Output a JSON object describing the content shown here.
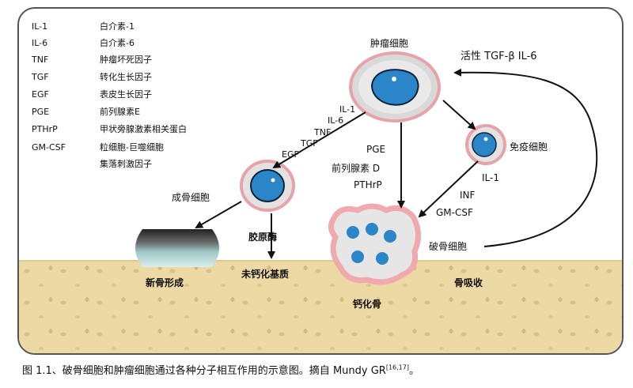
{
  "legend": [
    {
      "abbr": "IL-1",
      "desc": "白介素-1"
    },
    {
      "abbr": "IL-6",
      "desc": "白介素-6"
    },
    {
      "abbr": "TNF",
      "desc": "肿瘤坏死因子"
    },
    {
      "abbr": "TGF",
      "desc": "转化生长因子"
    },
    {
      "abbr": "EGF",
      "desc": "表皮生长因子"
    },
    {
      "abbr": "PGE",
      "desc": "前列腺素E"
    },
    {
      "abbr": "PTHrP",
      "desc": "甲状旁腺激素相关蛋白"
    },
    {
      "abbr": "GM-CSF",
      "desc": "粒细胞-巨噬细胞"
    },
    {
      "abbr": "",
      "desc": "集落刺激因子"
    }
  ],
  "labels": {
    "tumor_cell": "肿瘤细胞",
    "active_factors": "活性 TGF-β IL-6",
    "immune_cell": "免疫细胞",
    "osteoblast": "成骨细胞",
    "collagenase": "胶原酶",
    "unmineralized_matrix": "未钙化基质",
    "new_bone": "新骨形成",
    "calcified_bone": "钙化骨",
    "osteoclast": "破骨细胞",
    "bone_resorption": "骨吸收"
  },
  "factors_to_osteoblast": [
    "IL-1",
    "IL-6",
    "TNF",
    "TGF",
    "EGF"
  ],
  "factors_to_bone": [
    "PGE",
    "前列腺素 D",
    "PTHrP"
  ],
  "factors_from_immune": [
    "IL-1",
    "INF",
    "GM-CSF"
  ],
  "caption": "图 1.1、破骨细胞和肿瘤细胞通过各种分子相互作用的示意图。摘自 Mundy GR",
  "caption_sup": "[16,17]",
  "caption_end": "。"
}
